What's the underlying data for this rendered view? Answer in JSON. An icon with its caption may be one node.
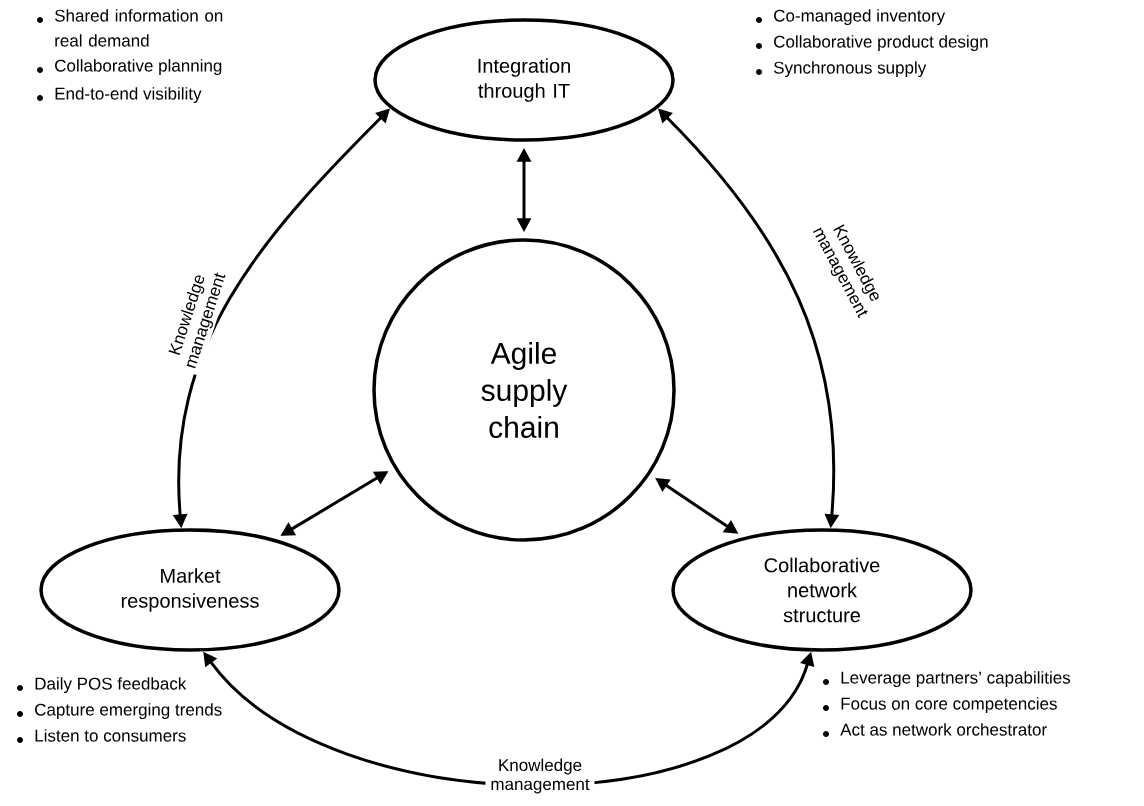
{
  "diagram": {
    "nodes": [
      {
        "text": [
          "Integration through IT"
        ]
      },
      {
        "text": [
          "Agile supply chain"
        ]
      },
      {
        "text": [
          "Market responsiveness"
        ]
      },
      {
        "text": [
          "Collaborative network structure"
        ]
      }
    ],
    "edges": [
      {
        "from": 0,
        "to": 1,
        "arrow": "both"
      },
      {
        "from": 2,
        "to": 1,
        "arrow": "both"
      },
      {
        "from": 1,
        "to": 3,
        "arrow": "both"
      },
      {
        "from": 0,
        "to": 2,
        "arrow": "both",
        "label": "Knowledge management"
      },
      {
        "from": 0,
        "to": 3,
        "arrow": "both",
        "label": "Knowledge management"
      },
      {
        "from": 2,
        "to": 3,
        "arrow": "both",
        "label": "Knowledge management"
      }
    ],
    "labels": [
      "Shared information on real demand",
      "Collaborative planning",
      "End-to-end visibility",
      "Co-managed inventory",
      "Collaborative product design",
      "Synchronous supply",
      "Daily POS feedback",
      "Capture emerging trends",
      "Listen to consumers",
      "Leverage partners’ capabilities",
      "Focus on core competencies",
      "Act as network orchestrator"
    ]
  }
}
